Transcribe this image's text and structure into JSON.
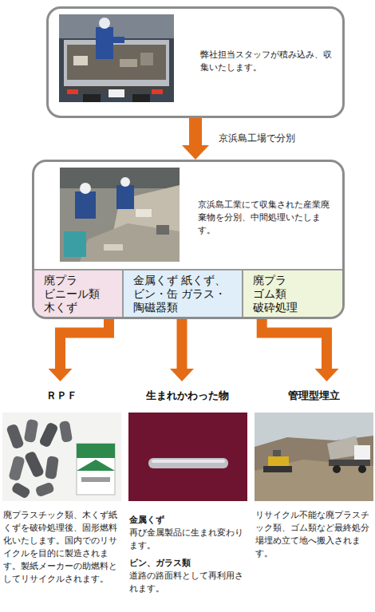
{
  "diagram": {
    "nodes": [
      {
        "text": [
          "弊社担当スタッフが積み込み、収集いたします。"
        ]
      },
      {
        "text": [
          "京浜島工業にて収集された産業廃棄物を分別、中間処理いたします。"
        ]
      },
      {
        "text": [
          "廃プラ ビニール類 木くず"
        ],
        "in": 1
      },
      {
        "text": [
          "金属くず 紙くず、ビン・缶 ガラス・陶磁器類"
        ],
        "in": 1
      },
      {
        "text": [
          "廃プラ ゴム類 破砕処理"
        ],
        "in": 1
      },
      {
        "text": [
          "ＲＰＦ",
          "廃プラスチック類、木くず紙くずを破砕処理後、固形燃料化いたします。国内でのリサイクルを目的に製造されます。製紙メーカーの助燃料としてリサイクルされます。"
        ]
      },
      {
        "text": [
          "生まれかわった物",
          "金属くず",
          "再び金属製品に生まれ変わります。",
          "ビン、ガラス類",
          "道路の路面料として再利用されます。"
        ]
      },
      {
        "text": [
          "管理型埋立",
          "リサイクル不能な廃プラスチック類、ゴム類など最終処分場埋め立て地へ搬入されます。"
        ]
      }
    ],
    "edges": [
      {
        "from": 0,
        "to": 1,
        "arrow": "to",
        "label": "京浜島工場で分別"
      },
      {
        "from": 2,
        "to": 5,
        "arrow": "to"
      },
      {
        "from": 3,
        "to": 6,
        "arrow": "to"
      },
      {
        "from": 4,
        "to": 7,
        "arrow": "to"
      }
    ]
  }
}
